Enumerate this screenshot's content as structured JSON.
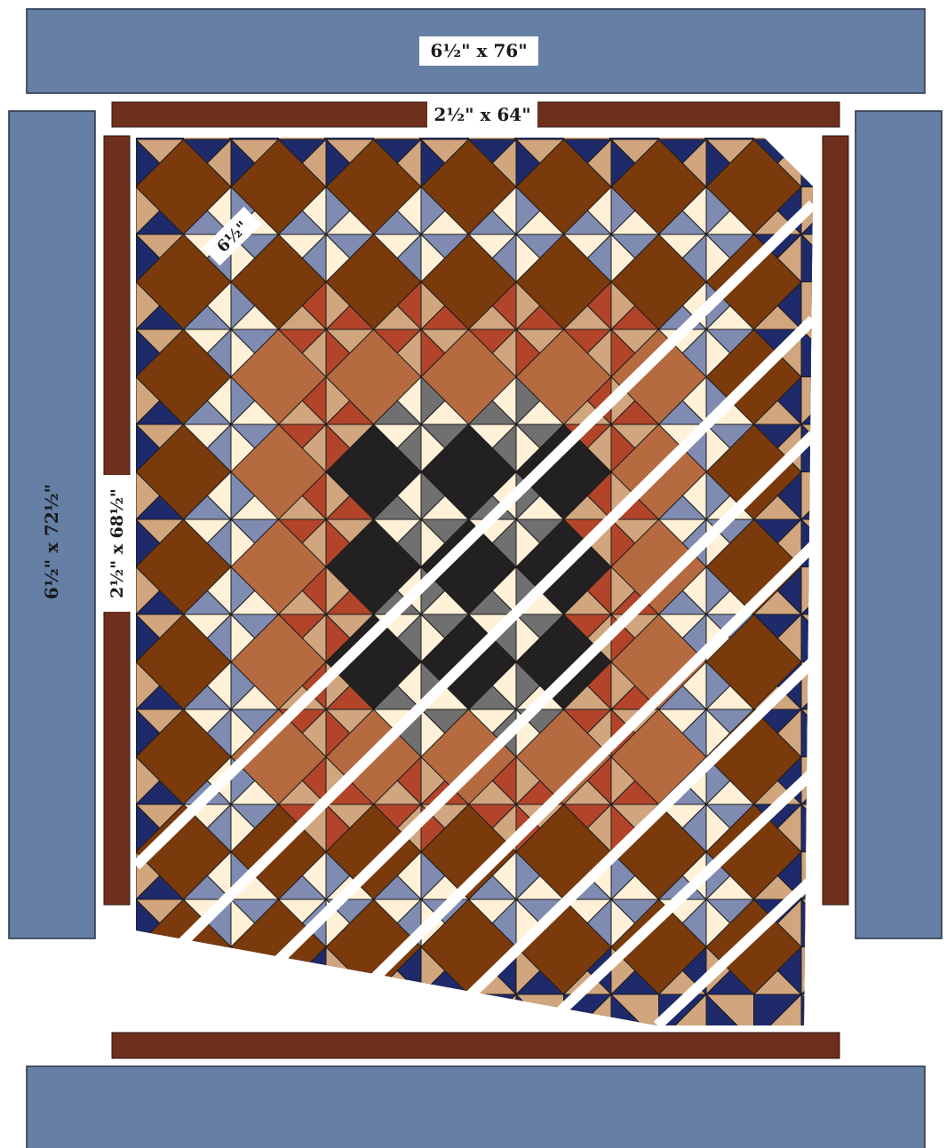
{
  "labels": {
    "top_border": "6½\" x 76\"",
    "top_sashing": "2½\" x 64\"",
    "left_border": "6½\" x 72½\"",
    "left_sashing": "2½\" x 68½\"",
    "block_size": "6½\""
  },
  "colors": {
    "outer_border": "#657fa5",
    "outer_border_stroke": "#2a3245",
    "sashing": "#6e2f1c",
    "setting_triangle": "#c3c9da",
    "navy": "#1f2a6b",
    "tan": "#d1a57d",
    "brown_square": "#7a3a0c",
    "terracotta_square": "#b56a40",
    "black_square": "#222021",
    "periwinkle": "#7f8bb0",
    "cream": "#fff1d8",
    "rust": "#b2442a",
    "gray": "#707070",
    "grid_line": "#1c1c1c"
  }
}
